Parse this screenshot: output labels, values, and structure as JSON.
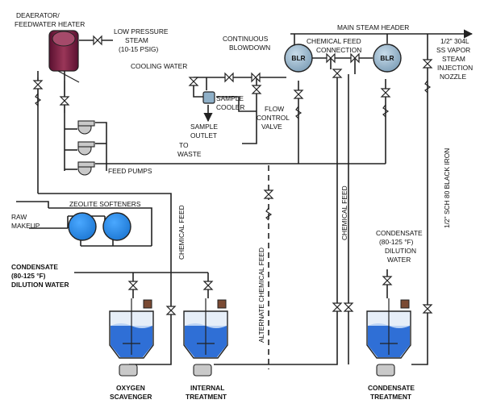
{
  "labels": {
    "deaerator_line1": "DEAERATOR/",
    "deaerator_line2": "FEEDWATER HEATER",
    "low_pressure_line1": "LOW PRESSURE",
    "low_pressure_line2": "STEAM",
    "low_pressure_line3": "(10-15 PSIG)",
    "main_steam_header": "MAIN STEAM HEADER",
    "continuous_line1": "CONTINUOUS",
    "continuous_line2": "BLOWDOWN",
    "chemical_feed_connection_line1": "CHEMICAL FEED",
    "chemical_feed_connection_line2": "CONNECTION",
    "nozzle_line1": "1/2\" 304L",
    "nozzle_line2": "SS VAPOR",
    "nozzle_line3": "STEAM",
    "nozzle_line4": "INJECTION",
    "nozzle_line5": "NOZZLE",
    "cooling_water": "COOLING WATER",
    "sample_cooler_line1": "SAMPLE",
    "sample_cooler_line2": "COOLER",
    "sample_outlet_line1": "SAMPLE",
    "sample_outlet_line2": "OUTLET",
    "to_waste_line1": "TO",
    "to_waste_line2": "WASTE",
    "flow_control_line1": "FLOW",
    "flow_control_line2": "CONTROL",
    "flow_control_line3": "VALVE",
    "feed_pumps": "FEED PUMPS",
    "zeolite_softeners": "ZEOLITE SOFTENERS",
    "raw_makeup_line1": "RAW",
    "raw_makeup_line2": "MAKEUP",
    "chemical_feed_left": "CHEMICAL FEED",
    "alternate_chemical_feed": "ALTERNATE CHEMICAL FEED",
    "chemical_feed_right": "CHEMICAL FEED",
    "black_iron": "1/2\" SCH 80 BLACK IRON",
    "condensate_left_line1": "CONDENSATE",
    "condensate_left_line2": "(80-125 °F)",
    "condensate_left_line3": "DILUTION WATER",
    "condensate_right_line1": "CONDENSATE",
    "condensate_right_line2": "(80-125 °F)",
    "condensate_right_line3": "DILUTION",
    "condensate_right_line4": "WATER",
    "oxygen_line1": "OXYGEN",
    "oxygen_line2": "SCAVENGER",
    "internal_line1": "INTERNAL",
    "internal_line2": "TREATMENT",
    "condensate_treatment_line1": "CONDENSATE",
    "condensate_treatment_line2": "TREATMENT",
    "boiler_1": "BLR",
    "boiler_2": "BLR"
  },
  "colors": {
    "pipe": "#222222",
    "deaerator": "#7a1f3d",
    "boiler": "#8fb0c8",
    "softener": "#2f8fe6",
    "tank_water": "#2f6fd6",
    "tank_water_light": "#bcd4f5",
    "tank_shell": "#e6eef8",
    "pump": "#c9c9c9",
    "valve": "#222222",
    "agitator_motor": "#7a4a33"
  }
}
